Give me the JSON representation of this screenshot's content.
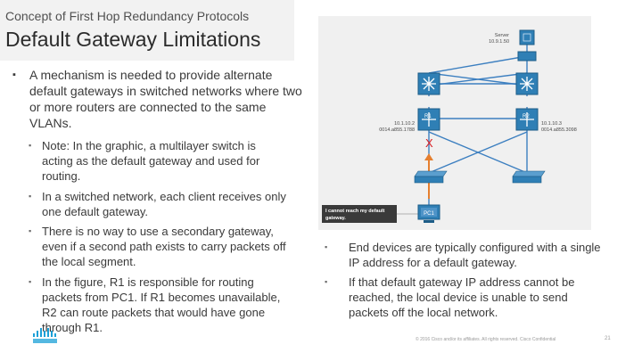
{
  "slide": {
    "subtitle": "Concept of First Hop Redundancy Protocols",
    "title": "Default Gateway Limitations"
  },
  "main_bullet": {
    "mark": "▪",
    "text": "A mechanism is needed to provide alternate default gateways in switched networks where two or more routers are connected to the same VLANs."
  },
  "left_sub_bullets": [
    {
      "mark": "▪",
      "text": "Note: In the graphic, a multilayer switch is acting as the default gateway and used for routing."
    },
    {
      "mark": "▪",
      "text": "In a switched network, each client receives only one default gateway."
    },
    {
      "mark": "▪",
      "text": "There is no way to use a secondary gateway, even if a second path exists to carry packets off the local segment."
    },
    {
      "mark": "▪",
      "text": "In the figure, R1 is responsible for routing packets from PC1. If R1 becomes unavailable, R2 can route packets that would have gone through R1."
    }
  ],
  "right_sub_bullets": [
    {
      "mark": "▪",
      "text": "End devices are typically configured with a single IP address for a default gateway."
    },
    {
      "mark": "▪",
      "text": "If that default gateway IP address cannot be reached, the local device is unable to send packets off the local network."
    }
  ],
  "diagram": {
    "server_label": "Server",
    "server_ip": "10.9.1.50",
    "r1_label": "R1",
    "r1_ip": "10.1.10.2",
    "r1_mac": "0014.a855.1788",
    "r2_label": "R2",
    "r2_ip": "10.1.10.3",
    "r2_mac": "0014.a855.3098",
    "fail_mark": "X",
    "callout_line1": "I cannot reach my default",
    "callout_line2": "gateway.",
    "pc_label": "PC1",
    "colors": {
      "switch_blue": "#2f7fb5",
      "link_blue": "#3c7fc0",
      "fail_red": "#d61f26",
      "arrow_orange": "#e57f2f",
      "callout_bg": "#3a3a3a"
    }
  },
  "footer": {
    "copyright": "© 2016 Cisco and/or its affiliates. All rights reserved. Cisco Confidential",
    "page_number": "21"
  }
}
